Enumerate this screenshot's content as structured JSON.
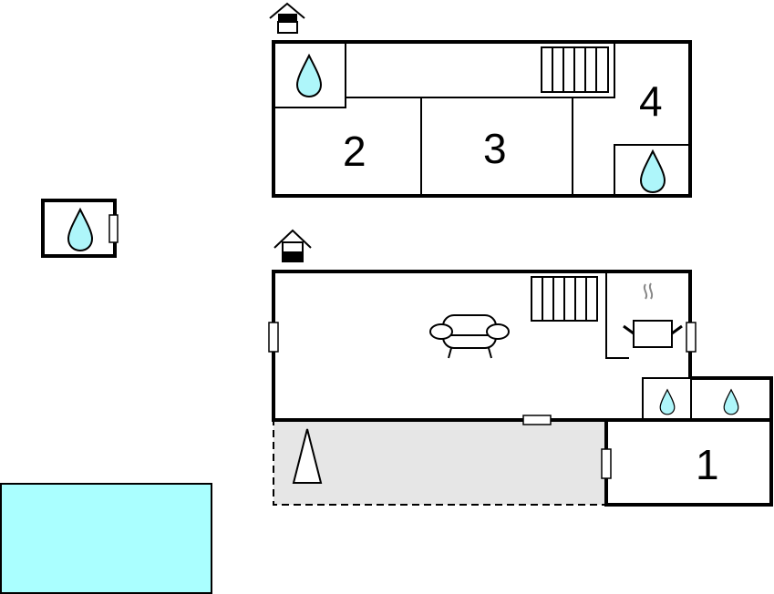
{
  "upper_floor": {
    "rooms": [
      {
        "label": "2"
      },
      {
        "label": "3"
      },
      {
        "label": "4"
      }
    ]
  },
  "ground_floor": {
    "rooms": [
      {
        "label": "1"
      }
    ]
  },
  "colors": {
    "water": "#aef6fa",
    "pool": "#aaffff",
    "terrace": "#e6e6e6",
    "wall": "#000000"
  }
}
